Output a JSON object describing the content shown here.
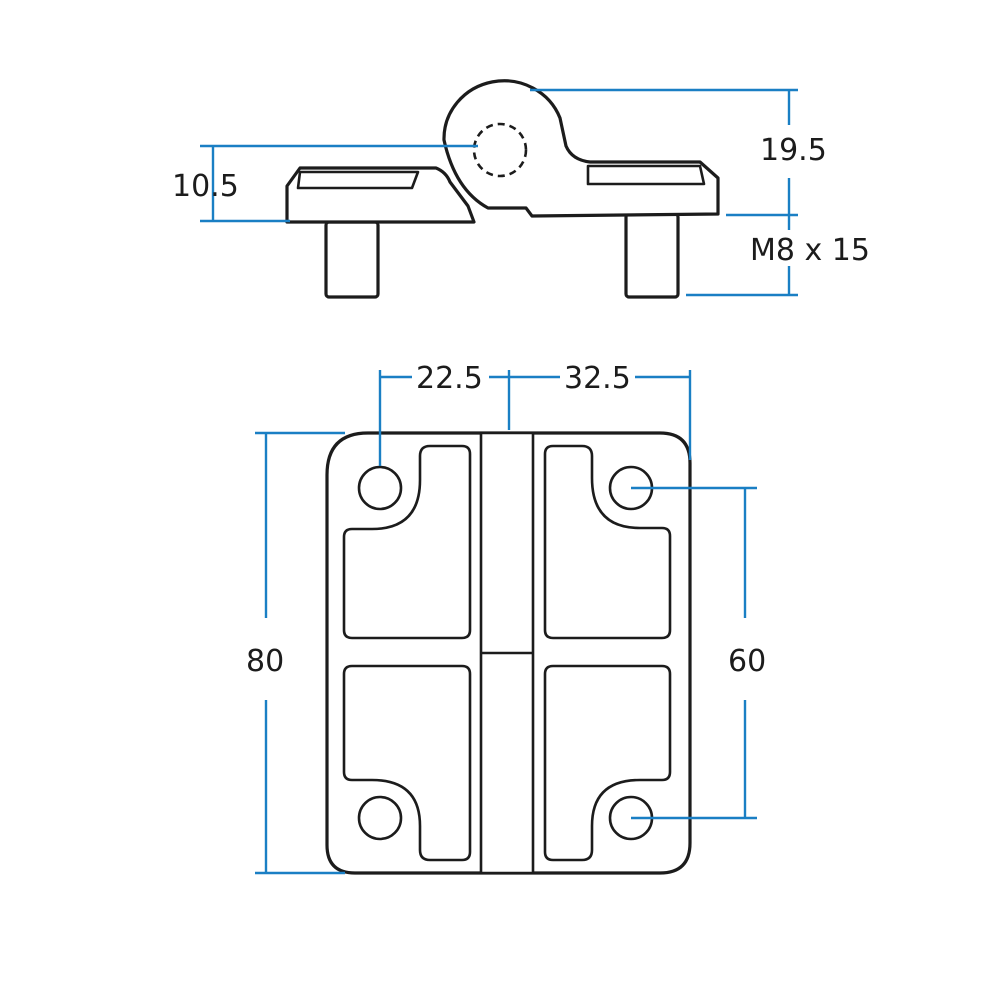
{
  "colors": {
    "dimension_line": "#1a7fc4",
    "outline": "#1c1c1c",
    "background": "#ffffff"
  },
  "dimensions": {
    "side_view": {
      "pin_height": "10.5",
      "knuckle_height": "19.5",
      "stud_thread": "M8 x 15"
    },
    "plan_view": {
      "left_offset": "22.5",
      "right_offset": "32.5",
      "overall_height": "80",
      "hole_spacing": "60"
    }
  }
}
